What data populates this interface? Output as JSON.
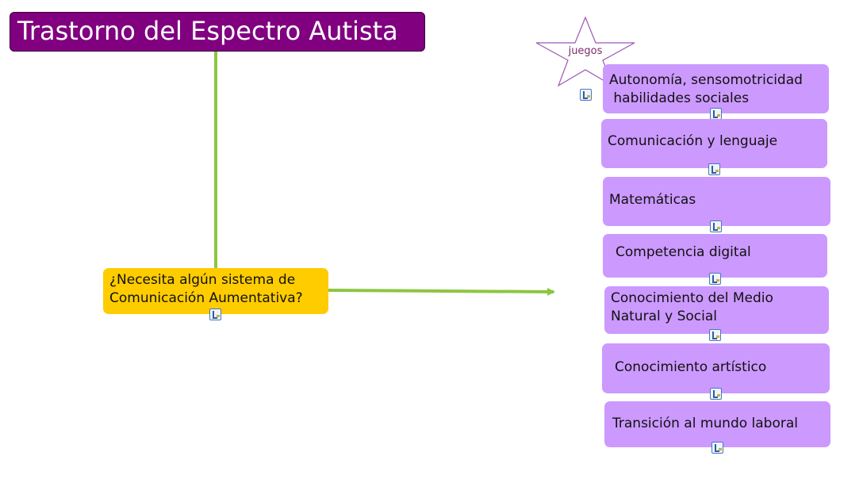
{
  "title": "Trastorno del Espectro Autista",
  "question": {
    "line1": "¿Necesita algún sistema de",
    "line2": "Comunicación Aumentativa?"
  },
  "star_label": "juegos",
  "areas": [
    {
      "line1": "Autonomía, sensomotricidad",
      "line2": " habilidades sociales"
    },
    {
      "line1": "Comunicación y lenguaje",
      "line2": ""
    },
    {
      "line1": "Matemáticas",
      "line2": ""
    },
    {
      "line1": "Competencia digital",
      "line2": ""
    },
    {
      "line1": "Conocimiento del Medio",
      "line2": "Natural y Social"
    },
    {
      "line1": "Conocimiento artístico",
      "line2": ""
    },
    {
      "line1": "Transición al mundo laboral",
      "line2": ""
    }
  ],
  "colors": {
    "title_bg": "#800080",
    "question_bg": "#ffcc00",
    "area_bg": "#cc99ff",
    "connector": "#8cc63f",
    "star_outline": "#9b59b6",
    "star_text": "#7b2a6a"
  },
  "icons": {
    "attachment": "document-link-icon"
  }
}
